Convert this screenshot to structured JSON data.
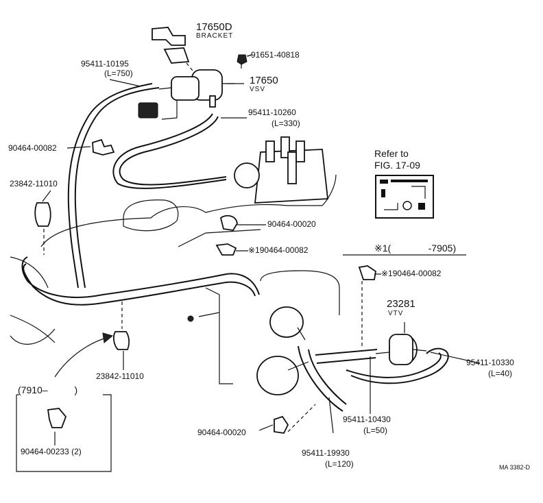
{
  "labels": {
    "bracket_pn": "17650D",
    "bracket_name": "BRACKET",
    "bolt_pn": "91651-40818",
    "hose_750_pn": "95411-10195",
    "hose_750_len": "(L=750)",
    "vsv_pn": "17650",
    "vsv_name": "VSV",
    "hose_330_pn": "95411-10260",
    "hose_330_len": "(L=330)",
    "clamp_top_pn": "90464-00082",
    "cushion_top_pn": "23842-11010",
    "refer_line1": "Refer to",
    "refer_line2": "FIG. 17-09",
    "clamp_mid_pn": "90464-00020",
    "clamp_mark1_pn": "※190464-00082",
    "mark_note": "※1(              -7905)",
    "clamp_mark2_pn": "※190464-00082",
    "vtv_pn": "23281",
    "vtv_name": "VTV",
    "hose_40_pn": "95411-10330",
    "hose_40_len": "(L=40)",
    "cushion_bottom_pn": "23842-11010",
    "date_note": "(7910–          )",
    "clip_inset_pn": "90464-00233 (2)",
    "hose_50_pn": "95411-10430",
    "hose_50_len": "(L=50)",
    "clamp_bottom_pn": "90464-00020",
    "hose_120_pn": "95411-19930",
    "hose_120_len": "(L=120)",
    "figure_code": "MA 3382-D"
  }
}
